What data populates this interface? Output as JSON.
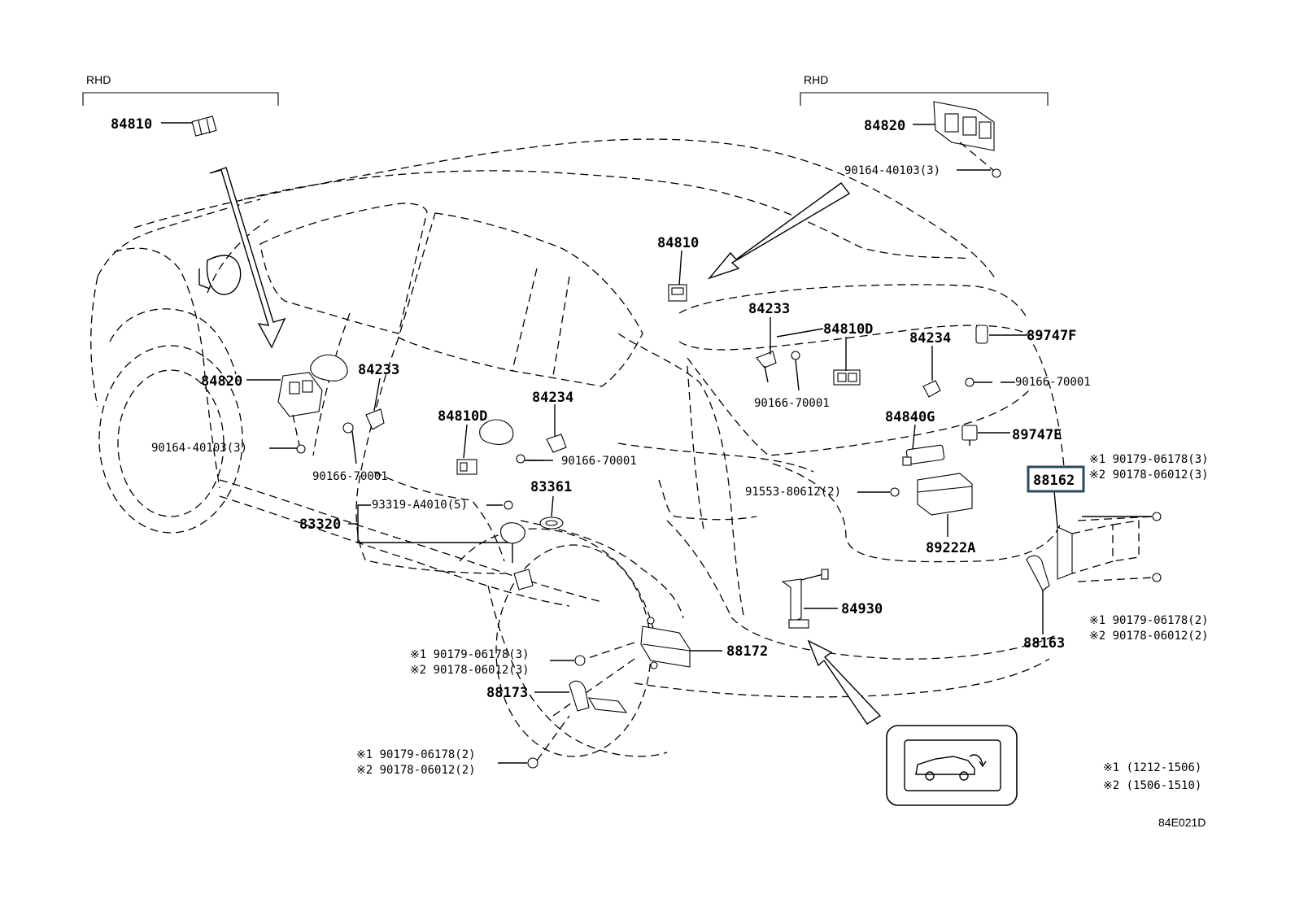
{
  "figure_code": "84E021D",
  "rhd_label": "RHD",
  "notes": [
    "※1 (1212-1506)",
    "※2 (1506-1510)"
  ],
  "highlight_color": "#2f4a5a",
  "labels": {
    "p84810_top": "84810",
    "p84820_top": "84820",
    "p90164_top": "90164-40103(3)",
    "p84810_mid": "84810",
    "p84233_r": "84233",
    "p84810D_r": "84810D",
    "p84234_r": "84234",
    "p89747F": "89747F",
    "p90166_r1": "90166-70001",
    "p90166_r2": "90166-70001",
    "p84840G": "84840G",
    "p89747E": "89747E",
    "p91553": "91553-80612(2)",
    "p88162": "88162",
    "n1_a": "※1 90179-06178(3)",
    "n2_a": "※2 90178-06012(3)",
    "p89222A": "89222A",
    "p84930": "84930",
    "p88163": "88163",
    "n1_b": "※1 90179-06178(2)",
    "n2_b": "※2 90178-06012(2)",
    "p84820_l": "84820",
    "p84233_l": "84233",
    "p90164_l": "90164-40103(3)",
    "p90166_l": "90166-70001",
    "p84810D_l": "84810D",
    "p84234_l": "84234",
    "p90166_c": "90166-70001",
    "p93319": "93319-A4010(5)",
    "p83361": "83361",
    "p83320": "83320",
    "p88172": "88172",
    "n1_c": "※1 90179-06178(3)",
    "n2_c": "※2 90178-06012(3)",
    "p88173": "88173",
    "n1_d": "※1 90179-06178(2)",
    "n2_d": "※2 90178-06012(2)"
  }
}
